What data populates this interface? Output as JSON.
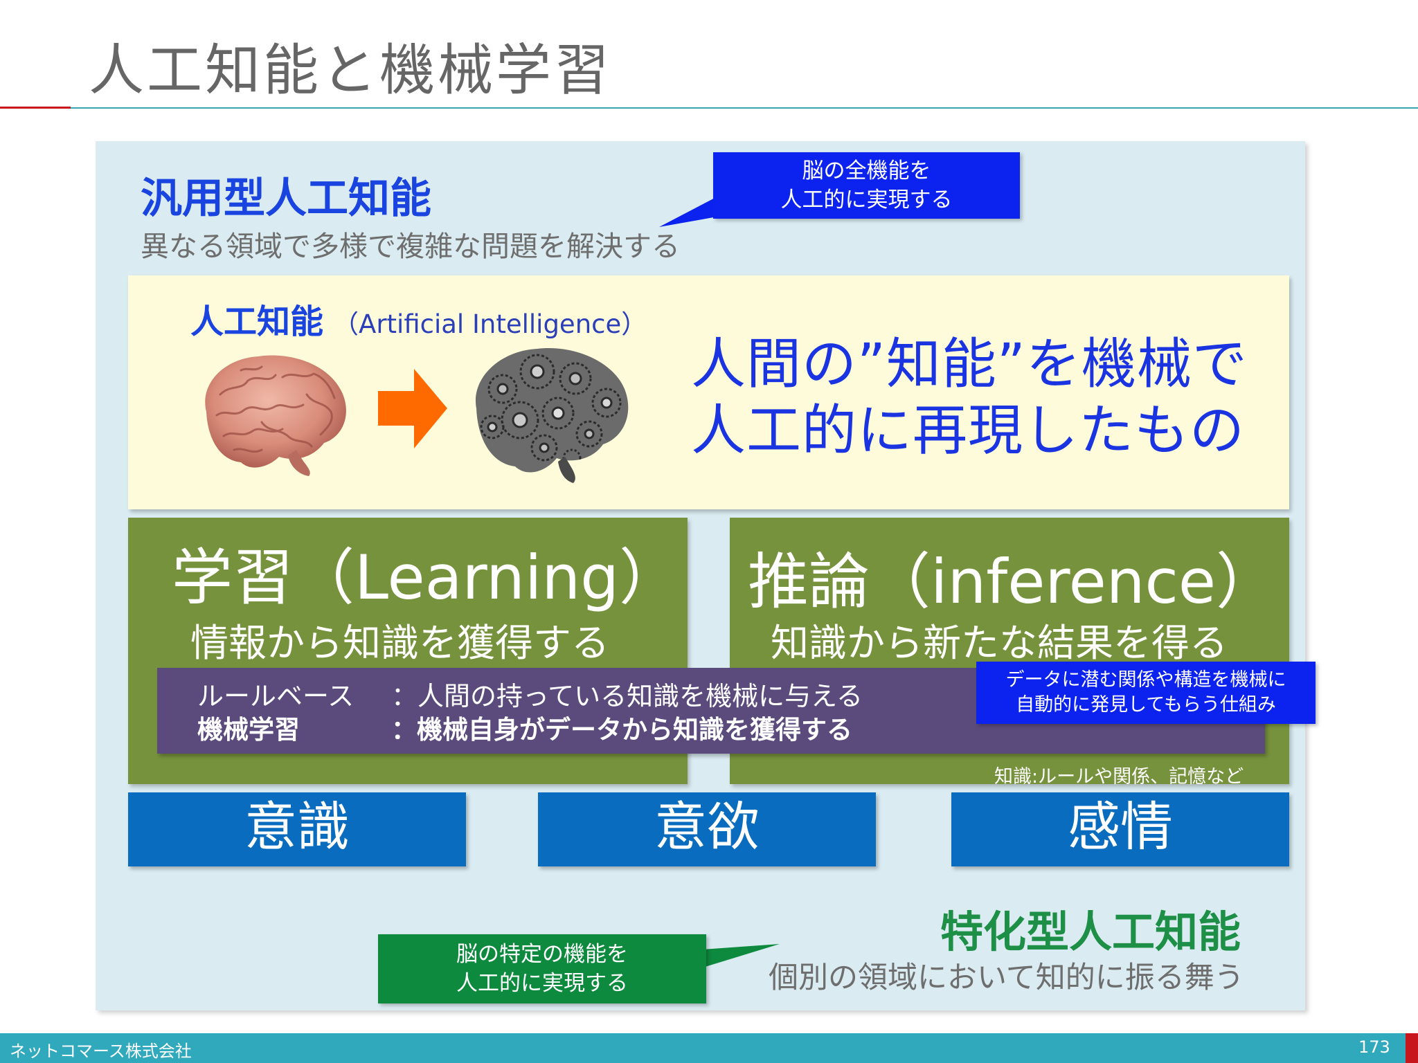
{
  "title": "人工知能と機械学習",
  "agi": {
    "title": "汎用型人工知能",
    "description": "異なる領域で多様で複雑な問題を解決する",
    "callout": [
      "脳の全機能を",
      "人工的に実現する"
    ]
  },
  "ai": {
    "label": "人工知能",
    "english": "（Artificial Intelligence）",
    "tagline": [
      "人間の”知能”を機械で",
      "人工的に再現したもの"
    ]
  },
  "learning": {
    "title": "学習（Learning）",
    "subtitle": "情報から知識を獲得する"
  },
  "inference": {
    "title": "推論（inference）",
    "subtitle": "知識から新たな結果を得る"
  },
  "methods": {
    "rule_based": {
      "name": "ルールベース",
      "desc": "：人間の持っている知識を機械に与える"
    },
    "machine_learning": {
      "name": "機械学習",
      "desc": "：機械自身がデータから知識を獲得する"
    },
    "callout": [
      "データに潜む関係や構造を機械に",
      "自動的に発見してもらう仕組み"
    ]
  },
  "knowledge_note": "知識:ルールや関係、記憶など",
  "faculties": [
    "意識",
    "意欲",
    "感情"
  ],
  "narrow_ai": {
    "title": "特化型人工知能",
    "description": "個別の領域において知的に振る舞う",
    "callout": [
      "脳の特定の機能を",
      "人工的に実現する"
    ]
  },
  "footer": {
    "company": "ネットコマース株式会社",
    "page": "173"
  },
  "colors": {
    "agi_panel": "#daecf2",
    "ai_panel": "#fdfbd9",
    "green_card": "#77923d",
    "method_band": "#5a4b7c",
    "blue_box": "#0a6cbf",
    "callout_blue": "#0c23f0",
    "callout_green": "#0d8a3e",
    "footer": "#31a9bd",
    "accent_red": "#c8161d"
  },
  "icons": [
    "brain-photo-icon",
    "arrow-right-icon",
    "gear-brain-icon"
  ]
}
